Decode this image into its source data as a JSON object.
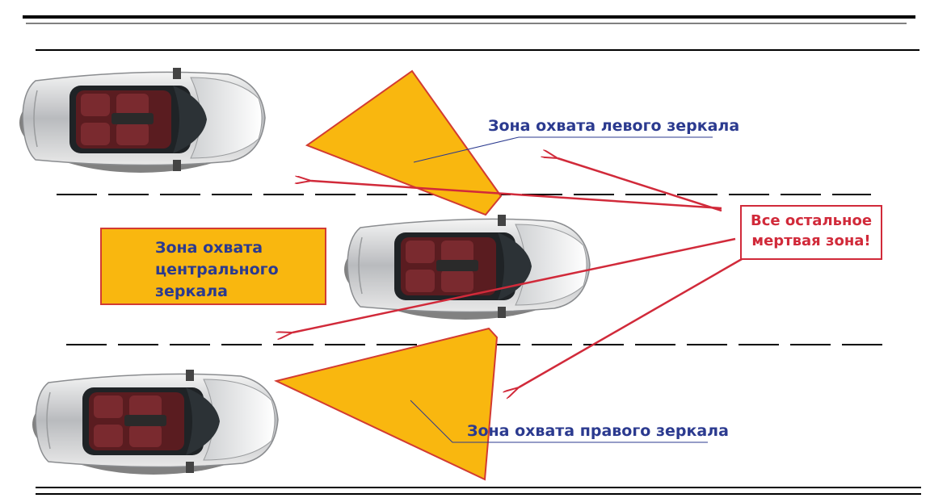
{
  "labels": {
    "left_mirror": "Зона охвата левого зеркала",
    "right_mirror": "Зона охвата правого зеркала",
    "center_mirror": "Зона охвата\nцентрального\nзеркала",
    "dead_zone": "Все остальное\nмертвая зона!"
  },
  "colors": {
    "zone_fill": "#f9b70f",
    "zone_stroke": "#d23b32",
    "arrow": "#d12a3a",
    "label_text": "#2b3a8f",
    "road_line": "#000000"
  },
  "cars": [
    {
      "name": "car-left-lane",
      "icon": "convertible-car-top-view"
    },
    {
      "name": "car-center-lane",
      "icon": "convertible-car-top-view"
    },
    {
      "name": "car-right-lane",
      "icon": "convertible-car-top-view"
    }
  ]
}
